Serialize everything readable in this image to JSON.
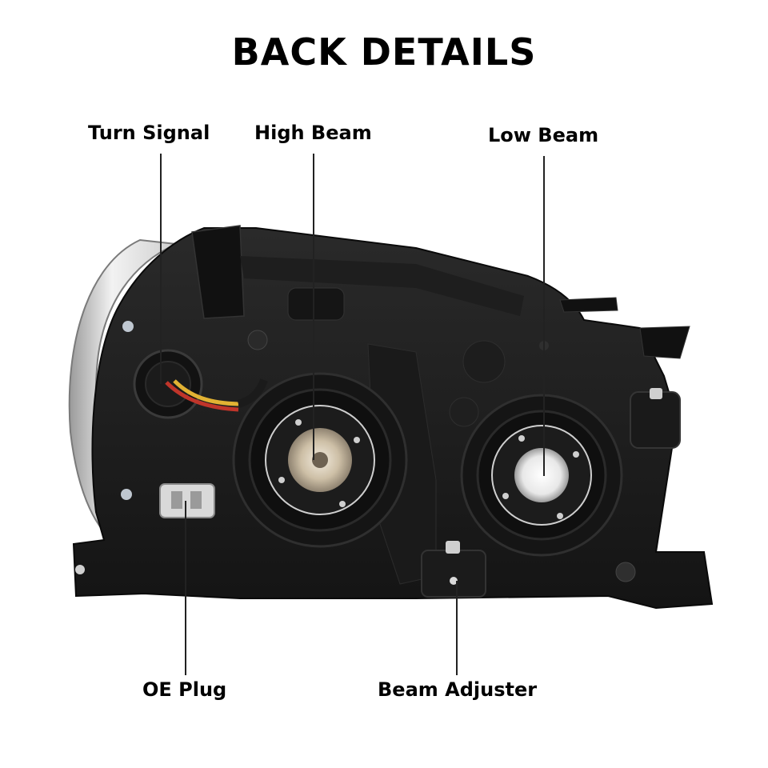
{
  "title": "BACK DETAILS",
  "callouts": {
    "turn_signal": "Turn Signal",
    "high_beam": "High Beam",
    "low_beam": "Low Beam",
    "oe_plug": "OE Plug",
    "beam_adjuster": "Beam Adjuster"
  }
}
